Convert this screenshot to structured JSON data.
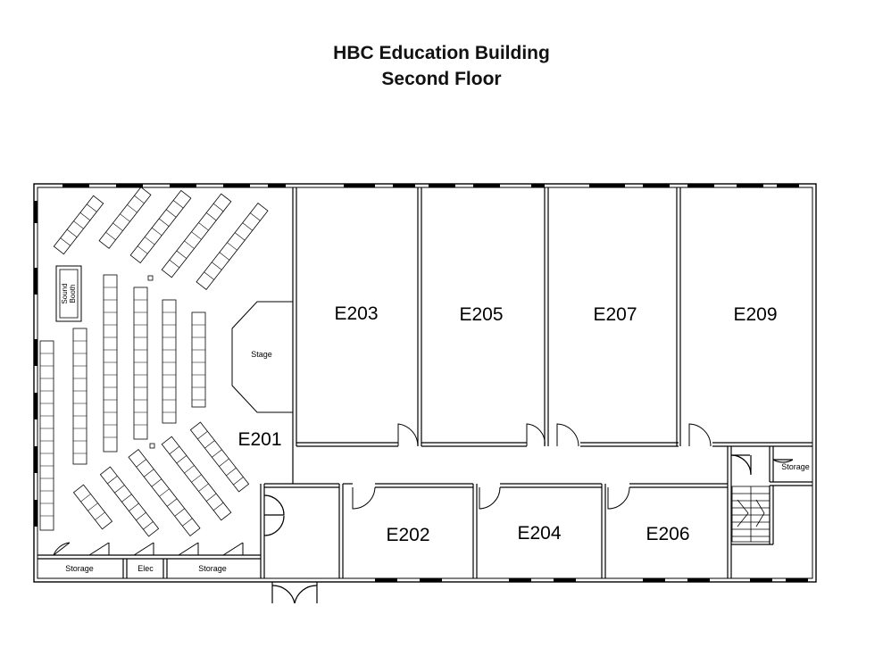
{
  "title": {
    "line1": "HBC Education Building",
    "line2": "Second Floor"
  },
  "rooms": {
    "e201": "E201",
    "e202": "E202",
    "e203": "E203",
    "e204": "E204",
    "e205": "E205",
    "e206": "E206",
    "e207": "E207",
    "e209": "E209"
  },
  "labels": {
    "stage": "Stage",
    "sound_booth_line1": "Sound",
    "sound_booth_line2": "Booth",
    "storage_left": "Storage",
    "elec": "Elec",
    "storage_mid": "Storage",
    "storage_right": "Storage"
  }
}
